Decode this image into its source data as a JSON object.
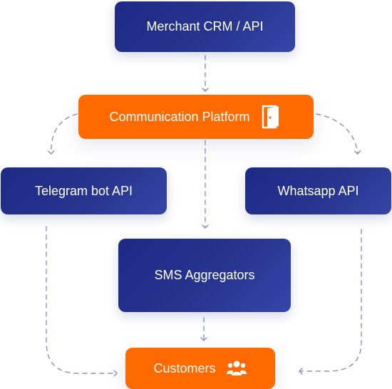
{
  "nodes": {
    "merchant": {
      "label": "Merchant CRM / API"
    },
    "communication": {
      "label": "Communication Platform",
      "icon": "door-icon"
    },
    "telegram": {
      "label": "Telegram bot API"
    },
    "whatsapp": {
      "label": "Whatsapp API"
    },
    "sms": {
      "label": "SMS Aggregators"
    },
    "customers": {
      "label": "Customers",
      "icon": "users-icon"
    }
  },
  "colors": {
    "blue": "#27358f",
    "orange": "#ff6a00",
    "connector": "#8a8fc2"
  }
}
